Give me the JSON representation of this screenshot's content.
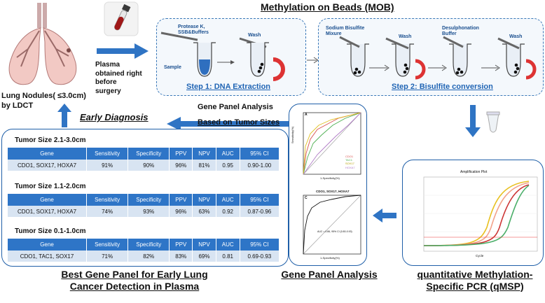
{
  "header": {
    "title": "Methylation on Beads (MOB)"
  },
  "lungs": {
    "caption": "Lung Nodules( ≤3.0cm)\nby LDCT"
  },
  "plasma": {
    "caption": "Plasma\nobtained right\nbefore\nsurgery"
  },
  "step1": {
    "reagent": "Protease K,\nSSB&Buffers",
    "wash": "Wash",
    "sample": "Sample",
    "label": "Step 1: DNA Extraction"
  },
  "step2": {
    "reagent1": "Sodium Bisulfite\nMixure",
    "wash1": "Wash",
    "reagent2": "Desulphonation\nBuffer",
    "wash2": "Wash",
    "label": "Step 2: Bisulfite conversion"
  },
  "early": {
    "label": "Early Diagnosis"
  },
  "gene_panel_top": {
    "line1": "Gene Panel Analysis",
    "line2": "Based on Tumor Sizes"
  },
  "tables": [
    {
      "title": "Tumor Size 2.1-3.0cm",
      "headers": [
        "Gene",
        "Sensitivity",
        "Specificity",
        "PPV",
        "NPV",
        "AUC",
        "95% CI"
      ],
      "row": [
        "CDO1, SOX17, HOXA7",
        "91%",
        "90%",
        "96%",
        "81%",
        "0.95",
        "0.90-1.00"
      ]
    },
    {
      "title": "Tumor Size 1.1-2.0cm",
      "headers": [
        "Gene",
        "Sensitivity",
        "Specificity",
        "PPV",
        "NPV",
        "AUC",
        "95% CI"
      ],
      "row": [
        "CDO1, SOX17, HOXA7",
        "74%",
        "93%",
        "96%",
        "63%",
        "0.92",
        "0.87-0.96"
      ]
    },
    {
      "title": "Tumor Size 0.1-1.0cm",
      "headers": [
        "Gene",
        "Sensitivity",
        "Specificity",
        "PPV",
        "NPV",
        "AUC",
        "95% CI"
      ],
      "row": [
        "CDO1, TAC1, SOX17",
        "71%",
        "82%",
        "83%",
        "69%",
        "0.81",
        "0.69-0.93"
      ]
    }
  ],
  "roc": {
    "top_letter": "A",
    "legend": [
      "CDO1",
      "TAC1",
      "SOX17",
      "HOXA7"
    ],
    "xlabel": "1-Specificity(%)",
    "ylabel": "Sensitivity(%)",
    "bottom_title": "CDO1, SOX17, HOXA7",
    "bottom_letter": "C",
    "auc_text": "AUC = 0.86, 95% CI (0.80-0.93)"
  },
  "amp": {
    "title": "Amplification Plot",
    "xlabel": "Cycle"
  },
  "captions": {
    "best": "Best Gene Panel for Early Lung\nCancer Detection in Plasma",
    "gene_panel": "Gene Panel Analysis",
    "qmsp": "quantitative Methylation-\nSpecific PCR (qMSP)"
  },
  "colors": {
    "accent": "#2e75c7",
    "arrow": "#2f74c4",
    "roc1": "#d9534f",
    "roc2": "#4caf50",
    "roc3": "#e0c020",
    "roc4": "#b07cc6"
  }
}
